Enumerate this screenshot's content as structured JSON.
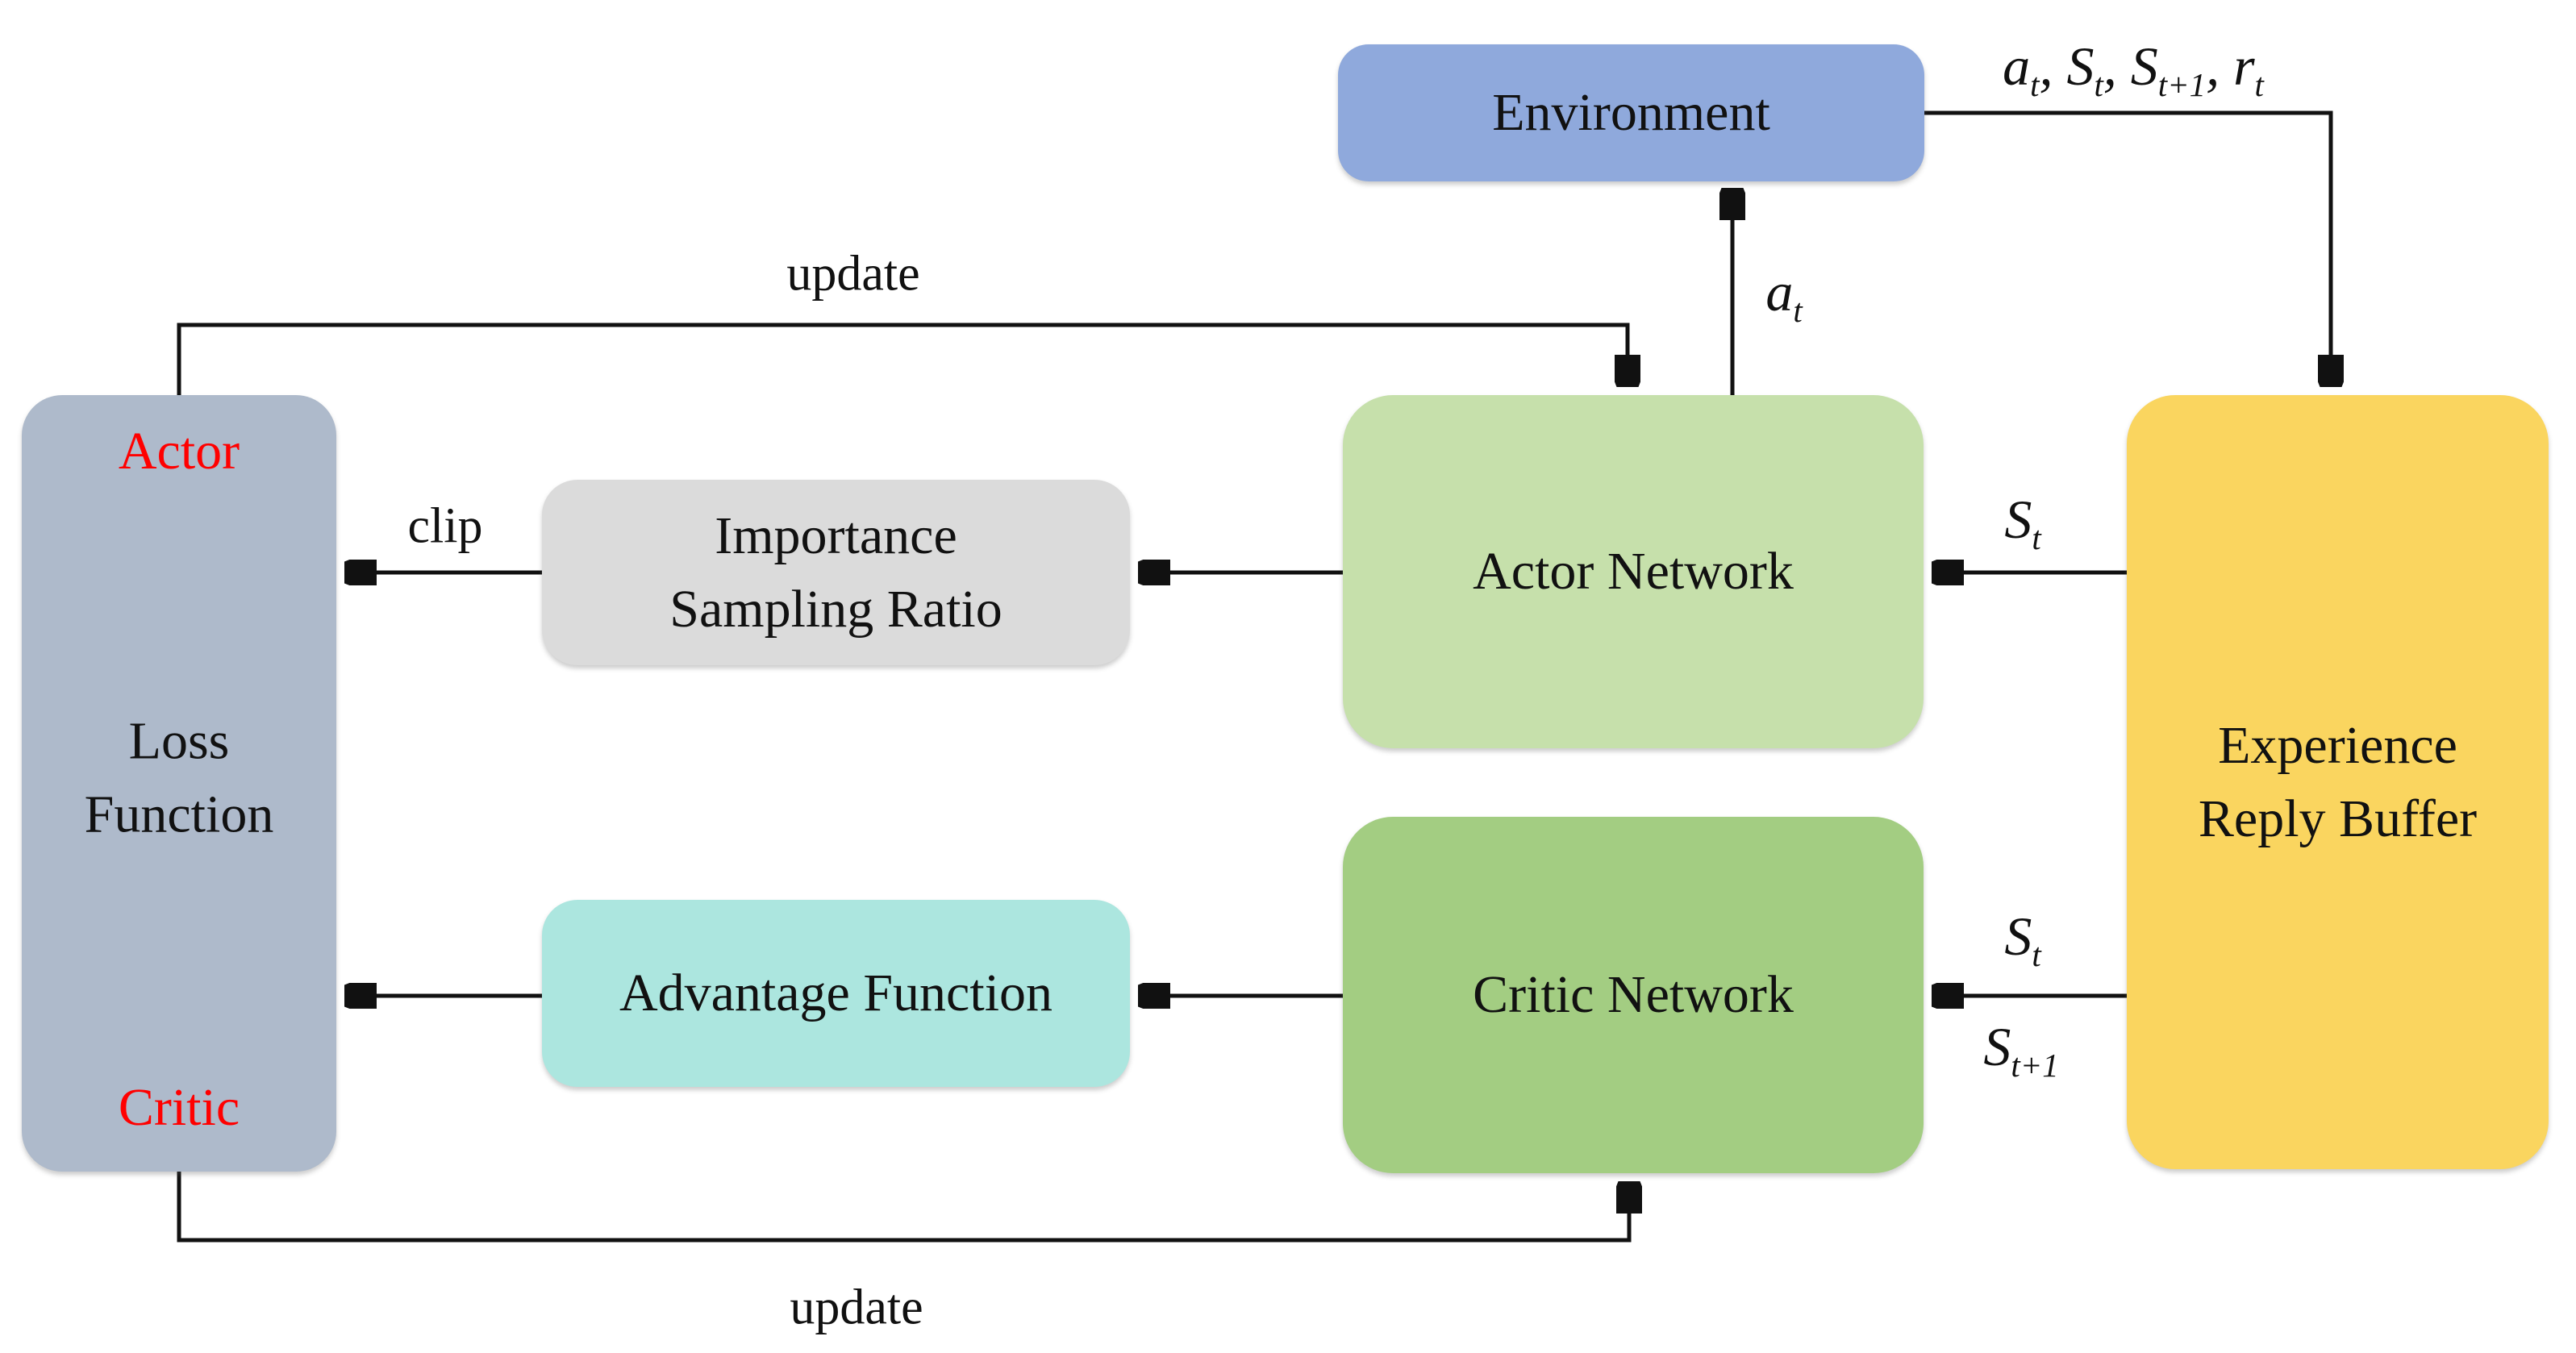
{
  "diagram": {
    "boxes": {
      "environment": {
        "label": "Environment",
        "fill": "#8FA9DC"
      },
      "actor_network": {
        "label": "Actor Network",
        "fill": "#C6E0AB"
      },
      "critic_network": {
        "label": "Critic Network",
        "fill": "#A3CD82"
      },
      "experience_reply_buffer": {
        "label": "Experience\nReply Buffer",
        "fill": "#FAD55F"
      },
      "importance_sampling_ratio": {
        "label": "Importance\nSampling Ratio",
        "fill": "#DBDBDB"
      },
      "advantage_function": {
        "label": "Advantage Function",
        "fill": "#ACE6DF"
      },
      "loss_function": {
        "label": "Loss\nFunction",
        "actor_tag": "Actor",
        "critic_tag": "Critic",
        "fill": "#AEBACB",
        "tag_color": "#FF0000"
      }
    },
    "edge_labels": {
      "update_top": "update",
      "update_bottom": "update",
      "clip": "clip",
      "transition": [
        {
          "t": "a"
        },
        {
          "s": "t"
        },
        {
          "t": ", "
        },
        {
          "t": "S"
        },
        {
          "s": "t"
        },
        {
          "t": ", "
        },
        {
          "t": "S"
        },
        {
          "s": "t+1"
        },
        {
          "t": ", "
        },
        {
          "t": "r"
        },
        {
          "s": "t"
        }
      ],
      "action": [
        {
          "t": "a"
        },
        {
          "s": "t"
        }
      ],
      "state_to_actor": [
        {
          "t": "S"
        },
        {
          "s": "t"
        }
      ],
      "state_to_critic": [
        {
          "t": "S"
        },
        {
          "s": "t"
        }
      ],
      "next_state_to_critic": [
        {
          "t": "S"
        },
        {
          "s": "t+1"
        }
      ]
    }
  }
}
